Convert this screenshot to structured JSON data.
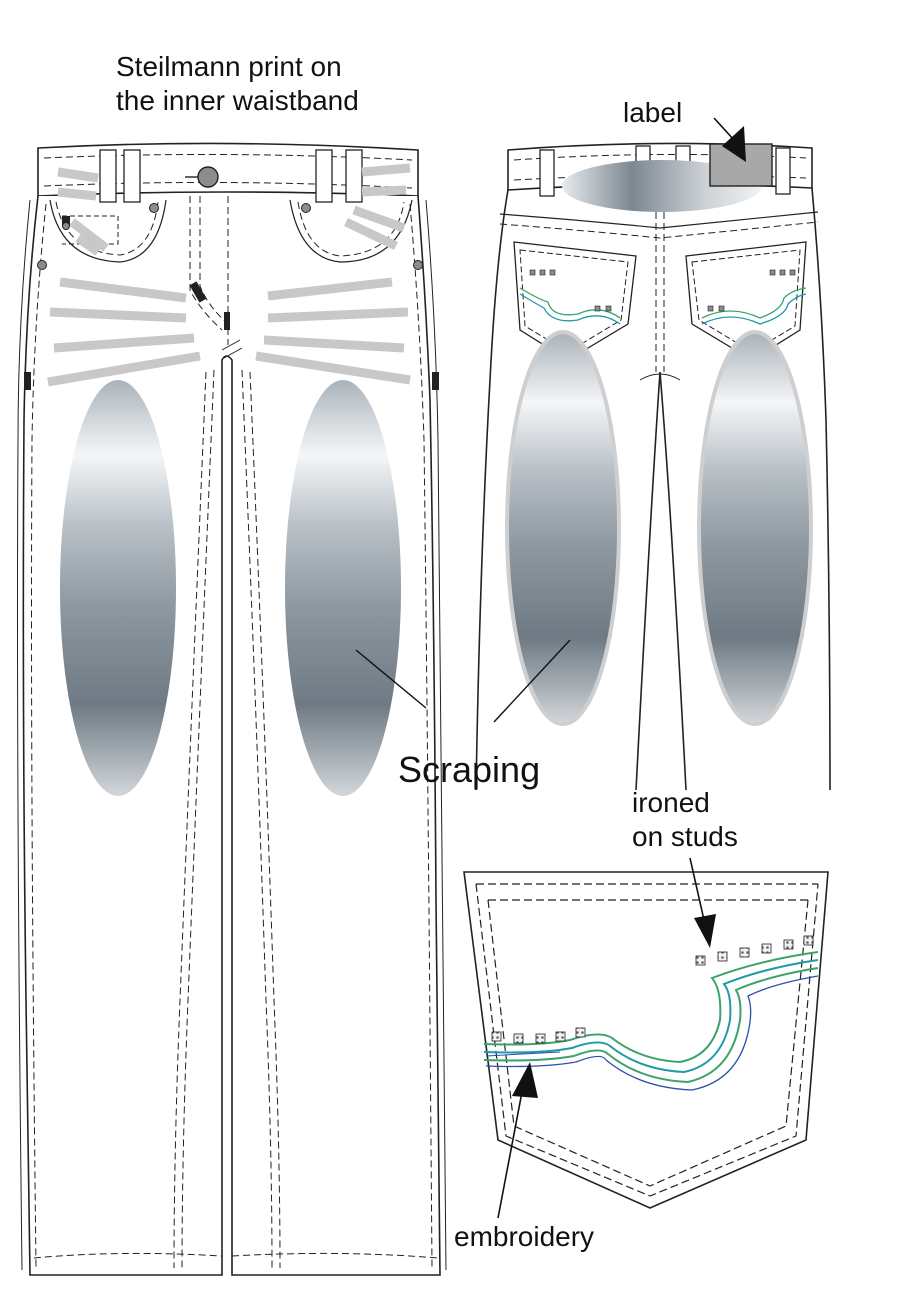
{
  "labels": {
    "waistband_line1": "Steilmann print on",
    "waistband_line2": "the inner waistband",
    "label": "label",
    "scraping": "Scraping",
    "studs_line1": "ironed",
    "studs_line2": "on studs",
    "embroidery": "embroidery"
  },
  "colors": {
    "outline": "#222222",
    "stitch": "#333333",
    "whisker": "#c8c8c8",
    "scrape_light": "#f4f6f8",
    "scrape_dark": "#6e7a84",
    "label_patch": "#a8a8a8",
    "embroidery_green": "#3ba36a",
    "embroidery_teal": "#1f9aa8",
    "embroidery_blue": "#2b4fb0",
    "stud": "#8c8c8c"
  },
  "icons": {
    "button": "round-shank-button",
    "rivet": "rivet-dot",
    "stud": "square-stud",
    "arrow": "arrow-pointer"
  },
  "studs": {
    "big_pocket_upper_count": 6,
    "big_pocket_lower_count": 5,
    "small_pocket_count": 5
  }
}
